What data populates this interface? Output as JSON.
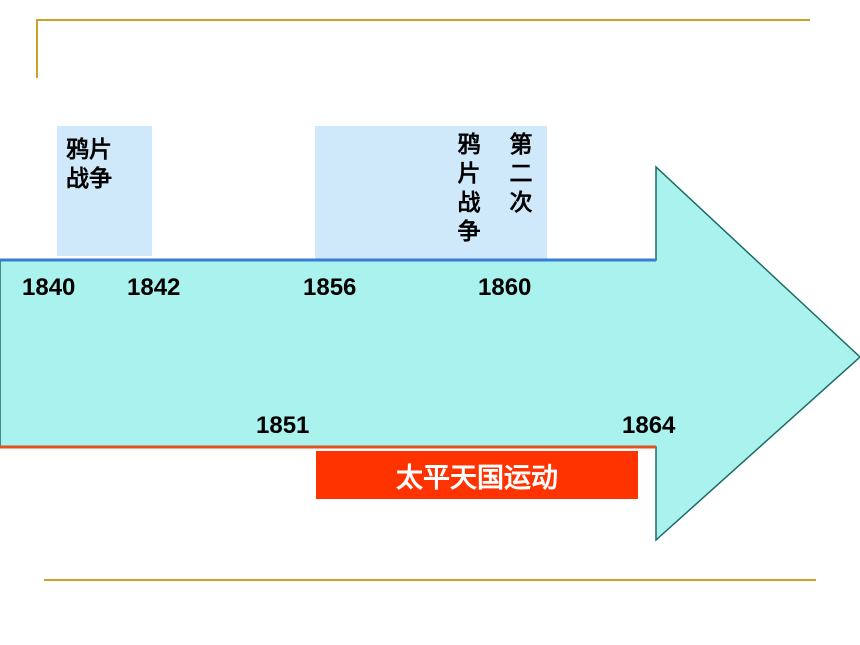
{
  "colors": {
    "arrow_fill": "#aaf2ee",
    "arrow_stroke": "#1a6b66",
    "top_line": "#3a7bd5",
    "bottom_line": "#e0531f",
    "label_box": "#cfe9fb",
    "event_box": "#ff3300",
    "decorative_lines": "#c9a227"
  },
  "events": {
    "first_war": "鸦片战争",
    "second_war_prefix": "第二次",
    "second_war": "鸦片战争",
    "taiping": "太平天国运动"
  },
  "years_top": [
    "1840",
    "1842",
    "1856",
    "1860"
  ],
  "years_bottom": [
    "1851",
    "1864"
  ]
}
